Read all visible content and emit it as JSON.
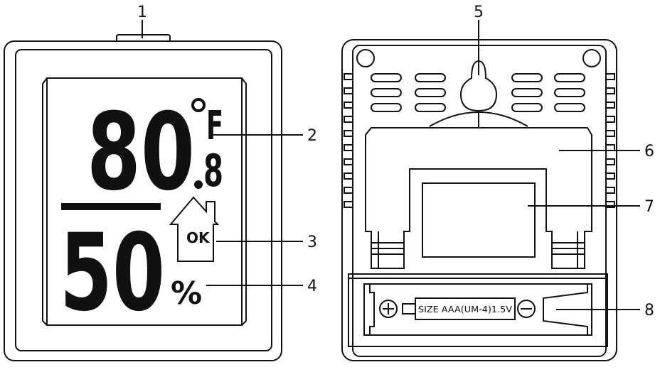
{
  "front": {
    "temperature_value": "80",
    "temperature_decimal": "8",
    "temperature_unit": "F",
    "humidity_value": "50",
    "humidity_unit": "%",
    "comfort_label": "OK"
  },
  "back": {
    "battery_label": "SIZE AAA(UM-4)1.5V",
    "plus_symbol": "+",
    "minus_symbol": "−"
  },
  "callouts": [
    "1",
    "2",
    "3",
    "4",
    "5",
    "6",
    "7",
    "8"
  ]
}
